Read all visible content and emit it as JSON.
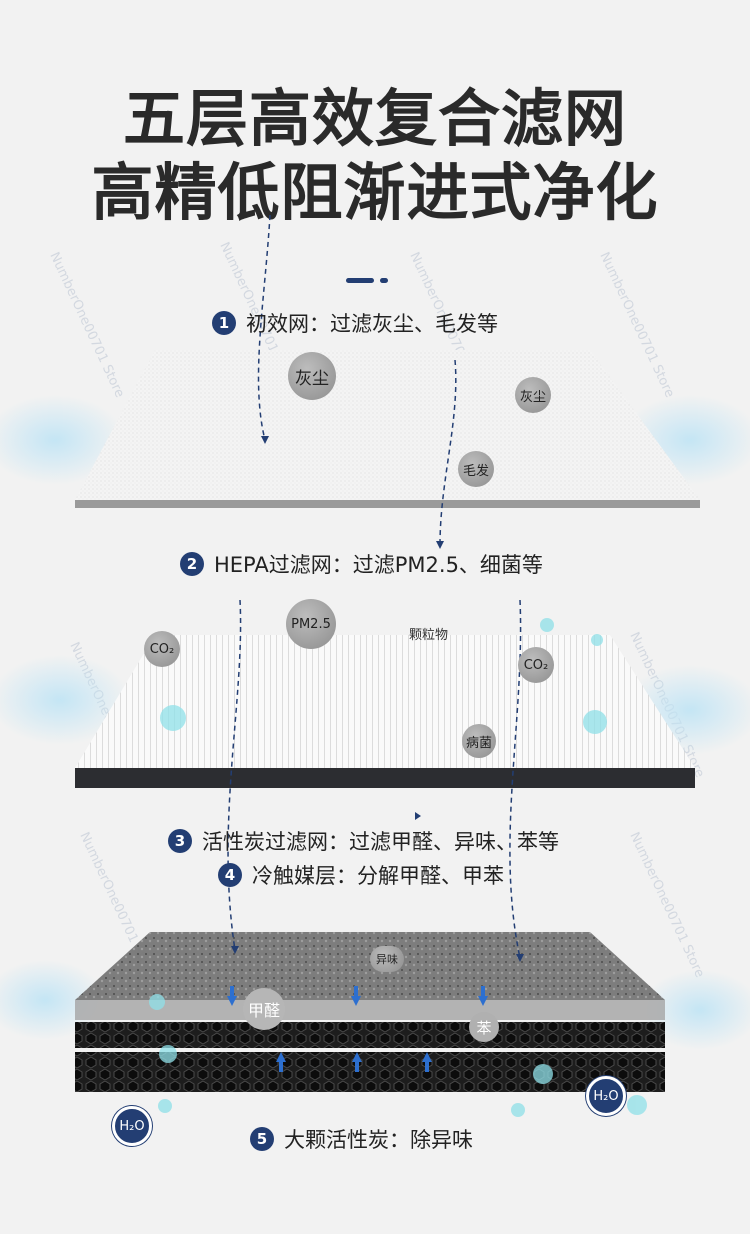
{
  "title": {
    "line1": "五层高效复合滤网",
    "line2": "高精低阻渐进式净化"
  },
  "steps": [
    {
      "num": "1",
      "text": "初效网：过滤灰尘、毛发等"
    },
    {
      "num": "2",
      "text": "HEPA过滤网：过滤PM2.5、细菌等"
    },
    {
      "num": "3",
      "text": "活性炭过滤网：过滤甲醛、异味、苯等"
    },
    {
      "num": "4",
      "text": "冷触媒层：分解甲醛、甲苯"
    },
    {
      "num": "5",
      "text": "大颗活性炭：除异味"
    }
  ],
  "badges": {
    "dust1": "灰尘",
    "dust2": "灰尘",
    "hair": "毛发",
    "pm25": "PM2.5",
    "particles": "颗粒物",
    "co2_left": "CO₂",
    "co2_right": "CO₂",
    "bacteria": "病菌",
    "odor": "异味",
    "formaldehyde": "甲醛",
    "benzene": "苯",
    "h2o_left": "H₂O",
    "h2o_right": "H₂O"
  },
  "watermark": "NumberOne00701 Store",
  "colors": {
    "accent": "#233e73",
    "badge_gray": "#9e9e9e",
    "background": "#f2f2f2"
  }
}
